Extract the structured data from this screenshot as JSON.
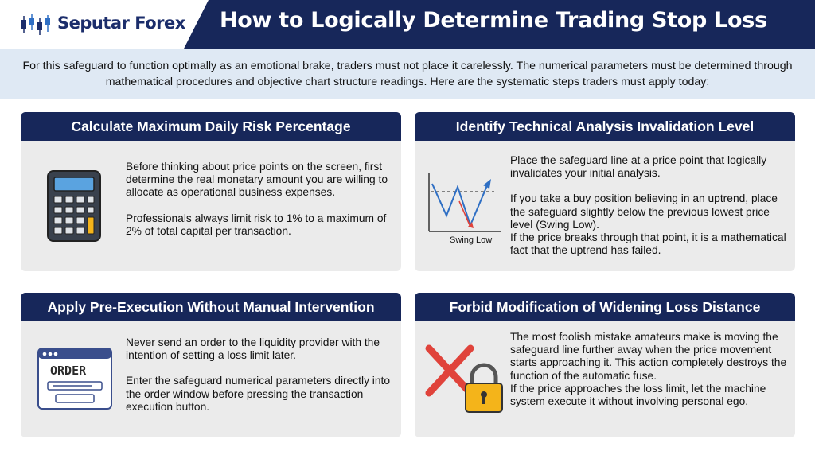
{
  "header": {
    "brand": "Seputar Forex",
    "title": "How to Logically Determine Trading Stop Loss"
  },
  "intro": {
    "text": "For this safeguard to function optimally as an emotional brake, traders must not place it carelessly. The numerical parameters must be determined through mathematical procedures and objective chart structure readings. Here are the systematic steps traders must apply today:"
  },
  "cards": {
    "risk": {
      "title": "Calculate Maximum Daily Risk Percentage",
      "p1": "Before thinking about price points on the screen, first determine the real monetary amount you are willing to allocate as operational business expenses.",
      "p2": "Professionals always limit risk to 1% to a maximum of 2% of total capital per transaction."
    },
    "invalidation": {
      "title": "Identify Technical Analysis Invalidation Level",
      "p1": "Place the safeguard line at a price point that logically invalidates your initial analysis.",
      "p2": "If you take a buy position believing in an uptrend, place the safeguard slightly below the previous lowest price level (Swing Low).",
      "p3": "If the price breaks through that point, it is a mathematical fact that the uptrend has failed.",
      "chart_label": "Swing Low"
    },
    "execution": {
      "title": "Apply Pre-Execution Without Manual Intervention",
      "p1": "Never send an order to the liquidity provider with the intention of setting a loss limit later.",
      "p2": "Enter the safeguard numerical parameters directly into the order window before pressing the transaction execution button.",
      "order_label": "ORDER"
    },
    "modification": {
      "title": "Forbid Modification of Widening Loss Distance",
      "p1": "The most foolish mistake amateurs make is moving the safeguard line further away when the price movement starts approaching it. This action completely destroys the function of the automatic fuse.",
      "p2": "If the price approaches the loss limit, let the machine system execute it without involving personal ego."
    }
  },
  "colors": {
    "navy": "#17275a",
    "intro_bg": "#dfe9f4",
    "card_bg": "#ebebeb",
    "accent_blue": "#2f6fc4",
    "accent_red": "#e0433b",
    "accent_yellow": "#f4b41a"
  },
  "icons": {
    "logo": "candlestick-icon",
    "risk": "calculator-icon",
    "invalidation": "swing-low-chart-icon",
    "execution": "order-window-icon",
    "modification": "red-x-padlock-icon"
  }
}
